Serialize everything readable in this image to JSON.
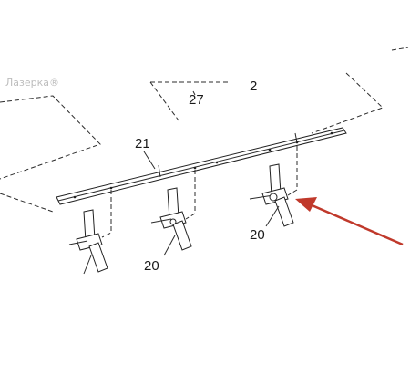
{
  "watermark": "Лазерка®",
  "labels": {
    "top_partial": "2",
    "top_number": "27",
    "rod_number": "21",
    "part_left": "20",
    "part_right": "20"
  },
  "colors": {
    "arrow": "#c0392b",
    "line": "#2b2b2b",
    "watermark": "#bdbdbd"
  },
  "icons": {
    "pointer": "red-arrow-icon",
    "bracket": "bracket-part-icon"
  }
}
